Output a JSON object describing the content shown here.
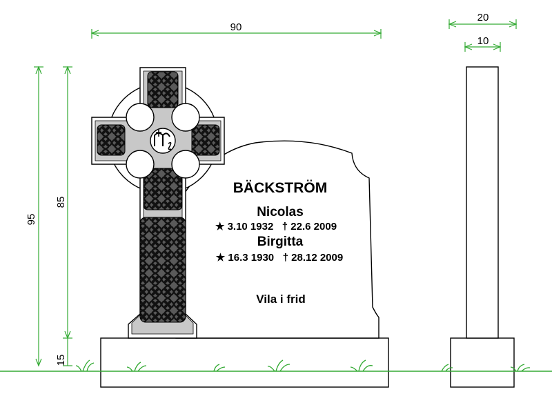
{
  "colors": {
    "dimension_line": "#33aa33",
    "ground_line": "#33aa33",
    "stone_outline": "#000000",
    "knot_fill": "#555555",
    "panel_fill": "#c8c8c8"
  },
  "dimensions": {
    "front_width": "90",
    "total_height": "95",
    "stone_height": "85",
    "base_height": "15",
    "side_base_depth": "20",
    "side_stone_depth": "10"
  },
  "inscription": {
    "family_name": "BÄCKSTRÖM",
    "person1_name": "Nicolas",
    "person1_dates": "★ 3.10 1932   † 22.6 2009",
    "person2_name": "Birgitta",
    "person2_dates": "★ 16.3 1930   † 28.12 2009",
    "epitaph": "Vila i frid"
  },
  "emblem": "ihs-monogram",
  "icons": [
    "celtic-knot-icon",
    "grass-tuft-icon"
  ]
}
